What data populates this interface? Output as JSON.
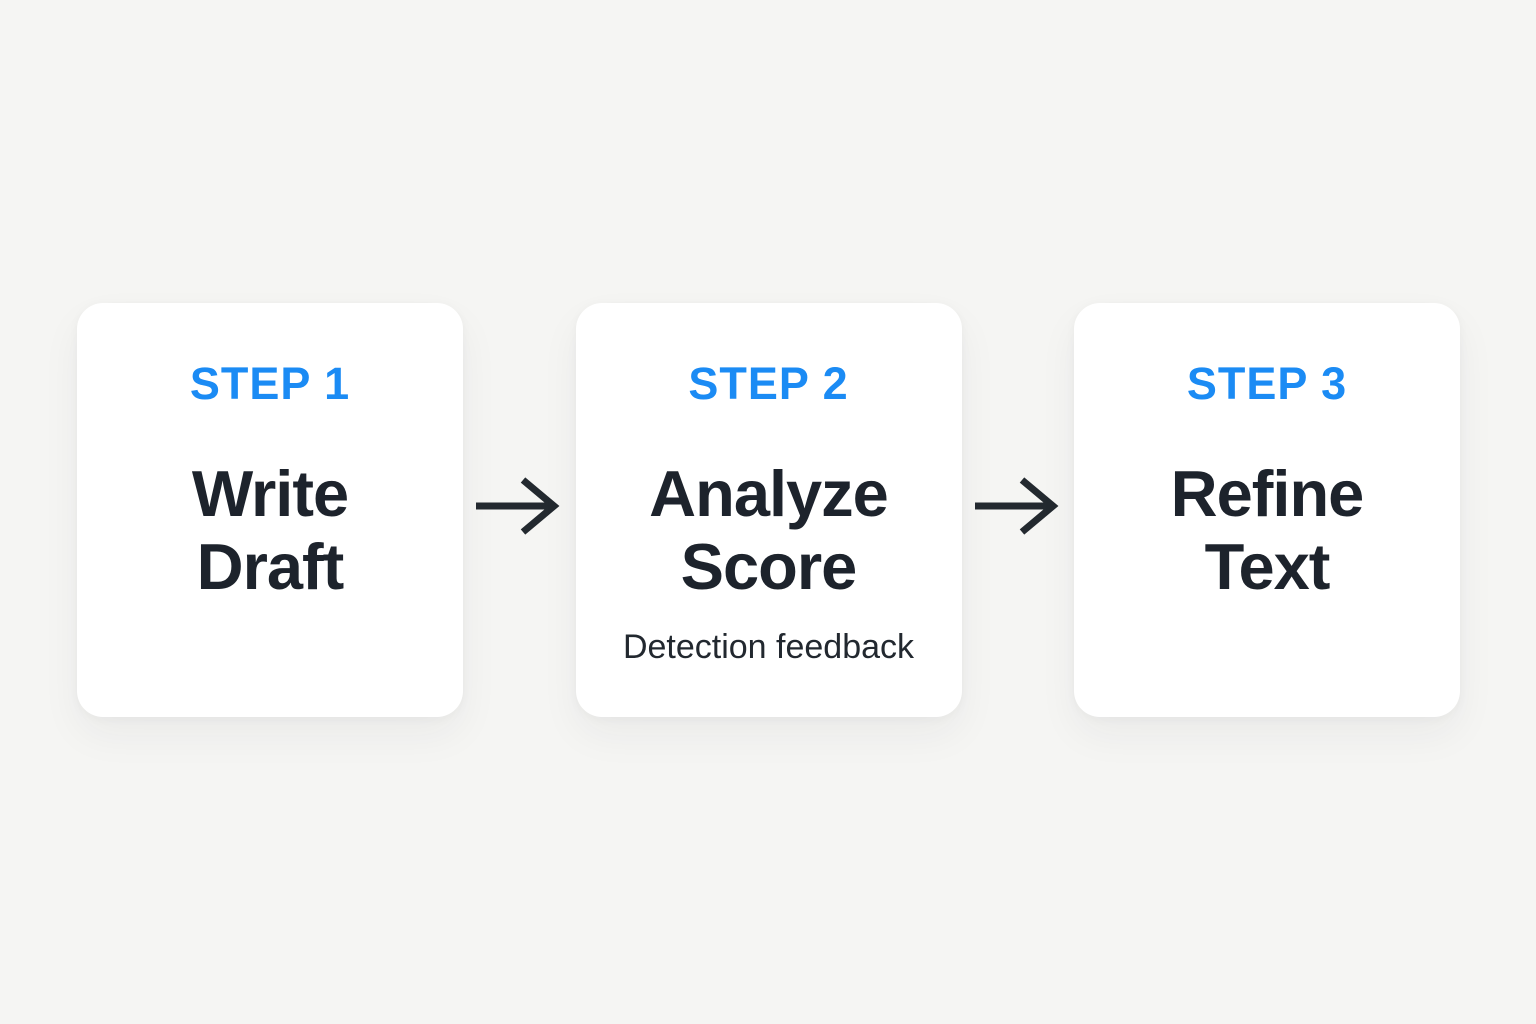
{
  "diagram": {
    "type": "process-flow",
    "direction": "left-to-right",
    "steps": [
      {
        "label": "STEP 1",
        "title_line1": "Write",
        "title_line2": "Draft",
        "subtitle": ""
      },
      {
        "label": "STEP 2",
        "title_line1": "Analyze",
        "title_line2": "Score",
        "subtitle": "Detection feedback"
      },
      {
        "label": "STEP 3",
        "title_line1": "Refine",
        "title_line2": "Text",
        "subtitle": ""
      }
    ],
    "connectors": [
      {
        "from": "STEP 1",
        "to": "STEP 2",
        "glyph": "→"
      },
      {
        "from": "STEP 2",
        "to": "STEP 3",
        "glyph": "→"
      }
    ]
  },
  "colors": {
    "background": "#f5f5f3",
    "card_background": "#ffffff",
    "step_label_blue": "#1b8bf4",
    "title_dark": "#1d232c",
    "arrow_dark": "#23292f"
  }
}
